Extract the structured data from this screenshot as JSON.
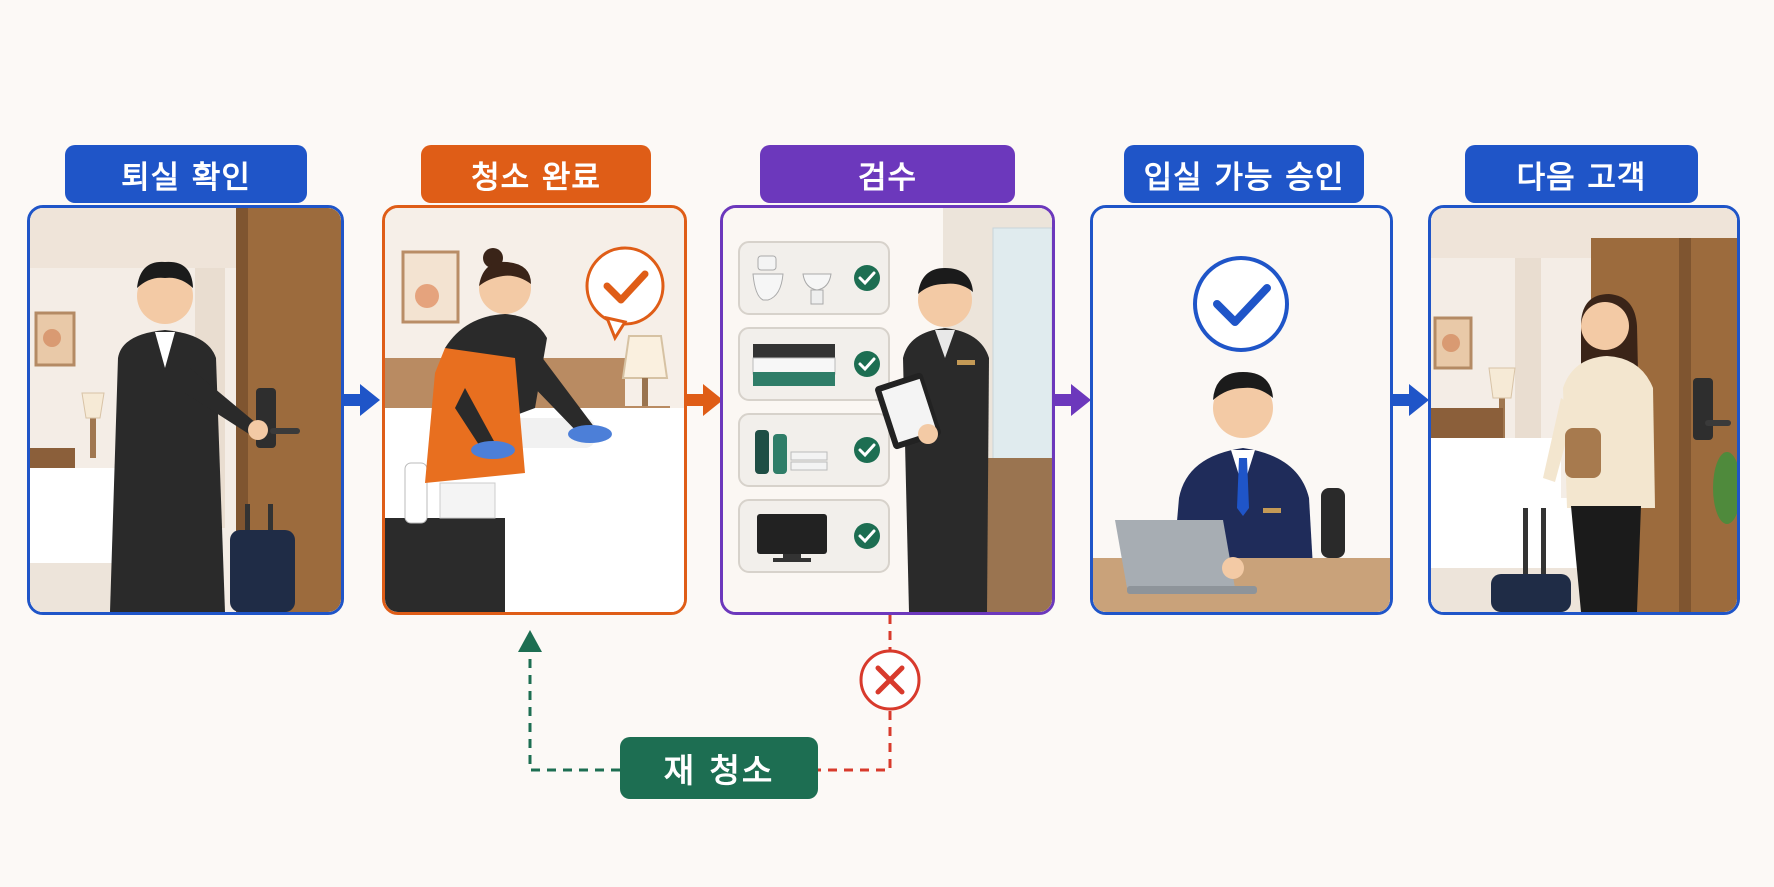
{
  "steps": [
    {
      "label": "퇴실 확인",
      "color": "#1f55c8"
    },
    {
      "label": "청소 완료",
      "color": "#df5d17"
    },
    {
      "label": "검수",
      "color": "#6c38bc"
    },
    {
      "label": "입실 가능 승인",
      "color": "#1f55c8"
    },
    {
      "label": "다음 고객",
      "color": "#1f55c8"
    }
  ],
  "rework": {
    "label": "재 청소",
    "color": "#1d6e52"
  },
  "colors": {
    "blue": "#1f55c8",
    "orange": "#df5d17",
    "purple": "#6c38bc",
    "green": "#1d6e52",
    "red": "#d83a2c"
  },
  "icons": {
    "check": "check-icon",
    "reject": "x-circle-icon",
    "flow": "arrow-right-icon"
  }
}
